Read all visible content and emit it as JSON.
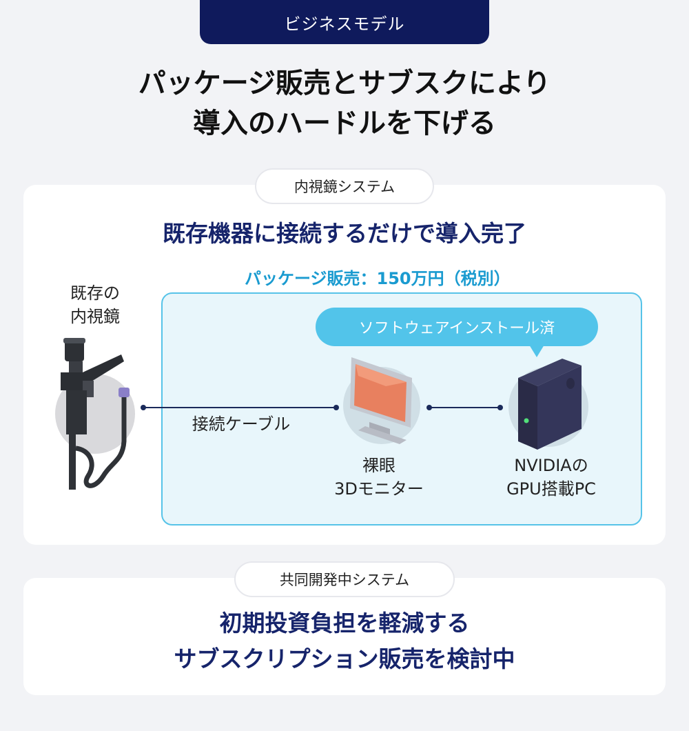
{
  "header": {
    "tab_label": "ビジネスモデル",
    "headline_line1": "パッケージ販売とサブスクにより",
    "headline_line2": "導入のハードルを下げる"
  },
  "section1": {
    "pill_label": "内視鏡システム",
    "title": "既存機器に接続するだけで導入完了",
    "price_label": "パッケージ販売：150万円（税別）",
    "bubble_label": "ソフトウェアインストール済",
    "endoscope_label_line1": "既存の",
    "endoscope_label_line2": "内視鏡",
    "cable_label": "接続ケーブル",
    "monitor_label_line1": "裸眼",
    "monitor_label_line2": "3Dモニター",
    "pc_label_line1": "NVIDIAの",
    "pc_label_line2": "GPU搭載PC"
  },
  "section2": {
    "pill_label": "共同開発中システム",
    "title_line1": "初期投資負担を軽減する",
    "title_line2": "サブスクリプション販売を検討中"
  },
  "colors": {
    "navy": "#0f1a5c",
    "title_blue": "#16246b",
    "accent_cyan": "#52c4ea",
    "price_blue": "#1a9bd0",
    "box_fill": "#e8f6fb"
  }
}
